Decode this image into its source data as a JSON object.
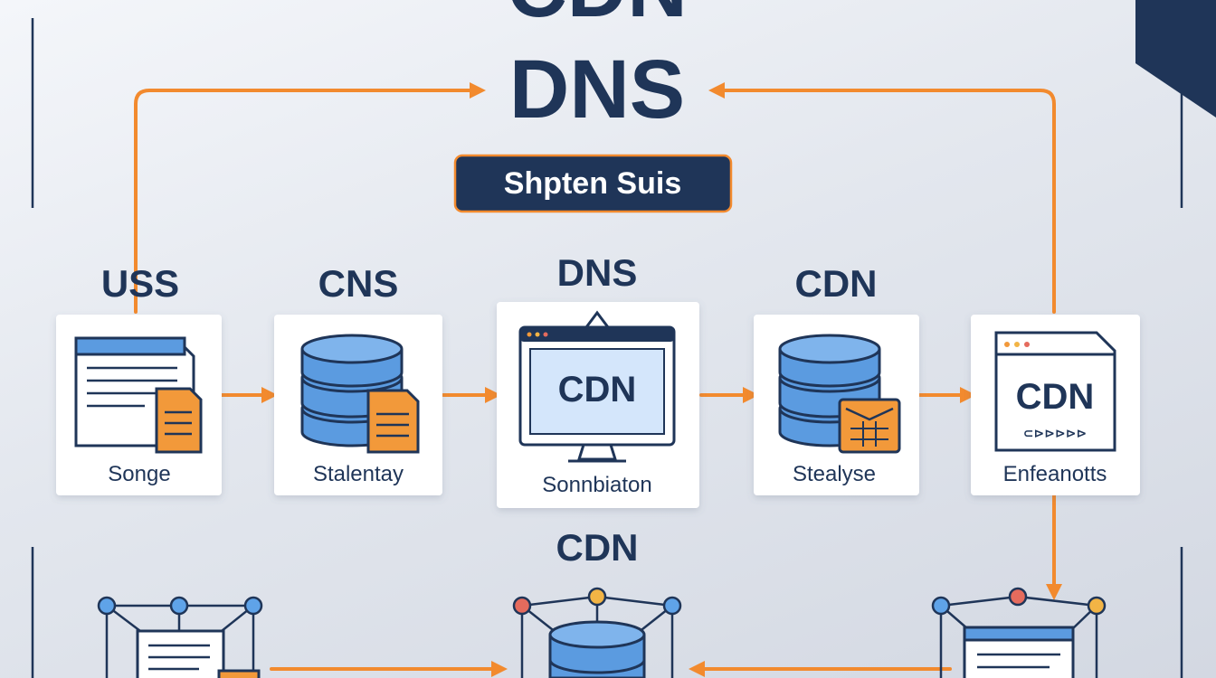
{
  "header": {
    "title_top": "CDN",
    "title_main": "DNS",
    "badge_label": "Shpten Suis"
  },
  "colors": {
    "navy": "#1f3558",
    "orange": "#f28a2e",
    "db_blue": "#5b9be0",
    "screen_blue": "#d4e6fb",
    "doc_orange": "#f2993a",
    "node_blue": "#5fa3e8",
    "node_red": "#e56b5d",
    "node_yellow": "#f2b445"
  },
  "nodes": [
    {
      "heading": "USS",
      "label": "Songe",
      "icon": "document-icon"
    },
    {
      "heading": "CNS",
      "label": "Stalentay",
      "icon": "database-icon"
    },
    {
      "heading": "DNS",
      "label": "Sonnbiaton",
      "icon": "monitor-icon",
      "screen_text": "CDN"
    },
    {
      "heading": "CDN",
      "label": "Stealyse",
      "icon": "database-icon"
    },
    {
      "heading": "",
      "label": "Enfeanotts",
      "icon": "browser-window-icon",
      "screen_text": "CDN",
      "code_text": "⊂⊳⊳⊳⊳⊳"
    }
  ],
  "bottom": {
    "heading": "CDN"
  }
}
